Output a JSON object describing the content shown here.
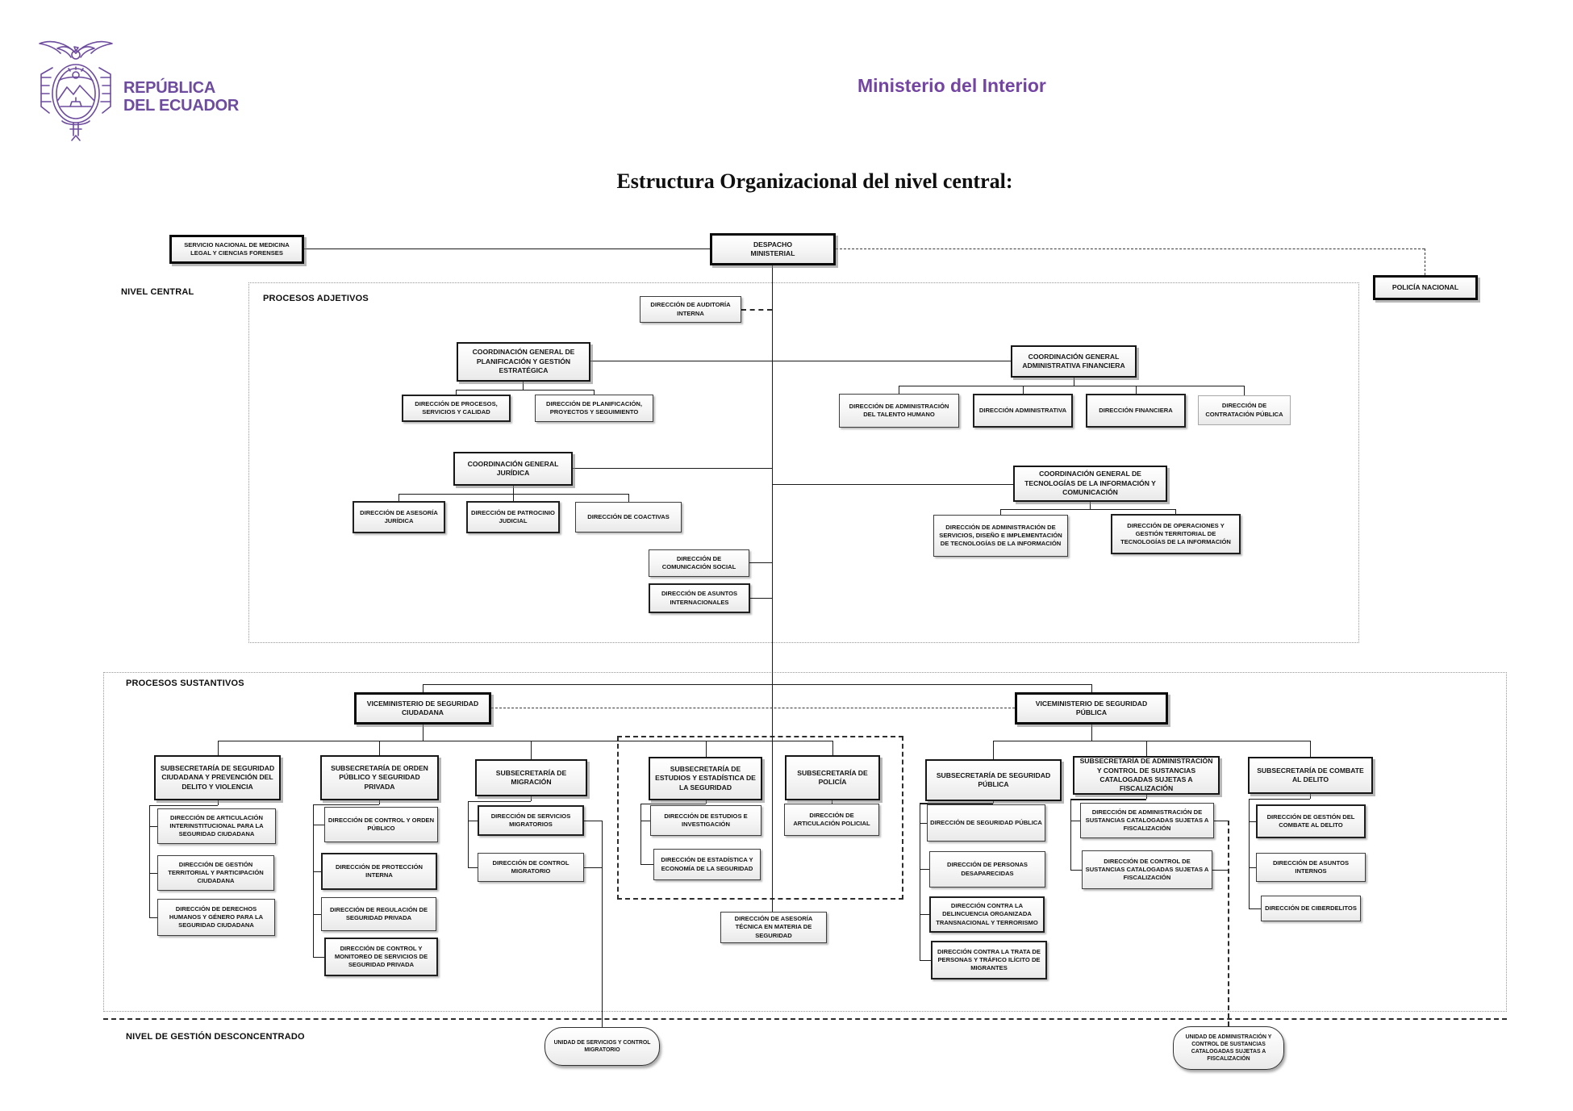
{
  "header": {
    "brand_line1": "REPÚBLICA",
    "brand_line2": "DEL ECUADOR",
    "ministry": "Ministerio del Interior",
    "accent_color": "#6d4b9e"
  },
  "title": "Estructura Organizacional del nivel central:",
  "labels": {
    "nivel_central": "NIVEL CENTRAL",
    "procesos_adjetivos": "PROCESOS ADJETIVOS",
    "procesos_sustantivos": "PROCESOS SUSTANTIVOS",
    "nivel_desconcentrado": "NIVEL DE GESTIÓN DESCONCENTRADO"
  },
  "nodes": {
    "servicio_medicina": "SERVICIO NACIONAL DE MEDICINA LEGAL Y CIENCIAS FORENSES",
    "despacho": "DESPACHO MINISTERIAL",
    "policia_nacional": "POLICÍA NACIONAL",
    "auditoria": "DIRECCIÓN DE AUDITORÍA INTERNA",
    "coord_planificacion": "COORDINACIÓN GENERAL DE PLANIFICACIÓN Y GESTIÓN ESTRATÉGICA",
    "dir_procesos": "DIRECCIÓN DE PROCESOS, SERVICIOS Y CALIDAD",
    "dir_planificacion": "DIRECCIÓN DE PLANIFICACIÓN, PROYECTOS Y SEGUIMIENTO",
    "coord_admin_fin": "COORDINACIÓN GENERAL ADMINISTRATIVA FINANCIERA",
    "dir_talento": "DIRECCIÓN DE ADMINISTRACIÓN DEL TALENTO HUMANO",
    "dir_administrativa": "DIRECCIÓN ADMINISTRATIVA",
    "dir_financiera": "DIRECCIÓN FINANCIERA",
    "dir_contratacion": "DIRECCIÓN DE CONTRATACIÓN PÚBLICA",
    "coord_juridica": "COORDINACIÓN GENERAL JURÍDICA",
    "dir_asesoria_juridica": "DIRECCIÓN DE ASESORÍA JURÍDICA",
    "dir_patrocinio": "DIRECCIÓN DE PATROCINIO JUDICIAL",
    "dir_coactivas": "DIRECCIÓN DE COACTIVAS",
    "coord_tic": "COORDINACIÓN GENERAL DE TECNOLOGÍAS DE LA INFORMACIÓN Y COMUNICACIÓN",
    "dir_tic_servicios": "DIRECCIÓN DE ADMINISTRACIÓN DE SERVICIOS, DISEÑO E IMPLEMENTACIÓN DE TECNOLOGÍAS DE LA INFORMACIÓN",
    "dir_tic_operaciones": "DIRECCIÓN DE OPERACIONES Y GESTIÓN TERRITORIAL DE TECNOLOGÍAS DE LA INFORMACIÓN",
    "dir_comunicacion": "DIRECCIÓN DE COMUNICACIÓN SOCIAL",
    "dir_asuntos_int": "DIRECCIÓN DE ASUNTOS INTERNACIONALES",
    "vice_ciudadana": "VICEMINISTERIO DE SEGURIDAD CIUDADANA",
    "vice_publica": "VICEMINISTERIO DE SEGURIDAD PÚBLICA",
    "sub_ciudadana": "SUBSECRETARÍA DE SEGURIDAD CIUDADANA Y PREVENCIÓN DEL DELITO Y VIOLENCIA",
    "dir_articulacion_inter": "DIRECCIÓN DE ARTICULACIÓN INTERINSTITUCIONAL PARA LA SEGURIDAD CIUDADANA",
    "dir_gestion_terr": "DIRECCIÓN DE GESTIÓN TERRITORIAL Y PARTICIPACIÓN CIUDADANA",
    "dir_ddhh": "DIRECCIÓN DE DERECHOS HUMANOS Y GÉNERO PARA LA SEGURIDAD CIUDADANA",
    "sub_orden": "SUBSECRETARÍA DE ORDEN PÚBLICO Y SEGURIDAD PRIVADA",
    "dir_control_orden": "DIRECCIÓN DE CONTROL Y ORDEN PÚBLICO",
    "dir_proteccion": "DIRECCIÓN DE PROTECCIÓN INTERNA",
    "dir_regulacion": "DIRECCIÓN DE REGULACIÓN DE SEGURIDAD PRIVADA",
    "dir_control_monitoreo": "DIRECCIÓN DE CONTROL Y MONITOREO DE SERVICIOS DE SEGURIDAD PRIVADA",
    "sub_migracion": "SUBSECRETARÍA DE MIGRACIÓN",
    "dir_servicios_migr": "DIRECCIÓN DE SERVICIOS MIGRATORIOS",
    "dir_control_migr": "DIRECCIÓN DE CONTROL MIGRATORIO",
    "sub_estudios": "SUBSECRETARÍA DE ESTUDIOS Y ESTADÍSTICA DE LA SEGURIDAD",
    "dir_estudios": "DIRECCIÓN DE ESTUDIOS E INVESTIGACIÓN",
    "dir_estadistica": "DIRECCIÓN DE ESTADÍSTICA Y ECONOMÍA DE LA SEGURIDAD",
    "sub_policia": "SUBSECRETARÍA DE POLICÍA",
    "dir_articulacion_pol": "DIRECCIÓN DE ARTICULACIÓN POLICIAL",
    "sub_seg_publica": "SUBSECRETARÍA DE SEGURIDAD PÚBLICA",
    "dir_seg_publica": "DIRECCIÓN DE SEGURIDAD PÚBLICA",
    "dir_desaparecidas": "DIRECCIÓN DE PERSONAS DESAPARECIDAS",
    "dir_delincuencia": "DIRECCIÓN CONTRA LA DELINCUENCIA ORGANIZADA TRANSNACIONAL Y TERRORISMO",
    "dir_trata": "DIRECCIÓN CONTRA LA TRATA DE PERSONAS Y TRÁFICO ILÍCITO DE MIGRANTES",
    "sub_sustancias": "SUBSECRETARÍA DE ADMINISTRACIÓN Y CONTROL DE SUSTANCIAS CATALOGADAS SUJETAS A FISCALIZACIÓN",
    "dir_admin_sust": "DIRECCIÓN DE ADMINISTRACIÓN DE SUSTANCIAS CATALOGADAS SUJETAS A FISCALIZACIÓN",
    "dir_control_sust": "DIRECCIÓN DE CONTROL DE SUSTANCIAS CATALOGADAS SUJETAS A FISCALIZACIÓN",
    "sub_combate": "SUBSECRETARÍA DE COMBATE AL DELITO",
    "dir_gestion_combate": "DIRECCIÓN DE GESTIÓN DEL COMBATE AL DELITO",
    "dir_asuntos_internos": "DIRECCIÓN DE ASUNTOS INTERNOS",
    "dir_ciberdelitos": "DIRECCIÓN DE CIBERDELITOS",
    "dir_asesoria_tecnica": "DIRECCIÓN DE ASESORÍA TÉCNICA EN MATERIA DE SEGURIDAD",
    "unidad_migratorio": "UNIDAD DE SERVICIOS Y CONTROL MIGRATORIO",
    "unidad_sustancias": "UNIDAD DE ADMINISTRACIÓN Y CONTROL DE SUSTANCIAS CATALOGADAS SUJETAS A FISCALIZACIÓN"
  }
}
